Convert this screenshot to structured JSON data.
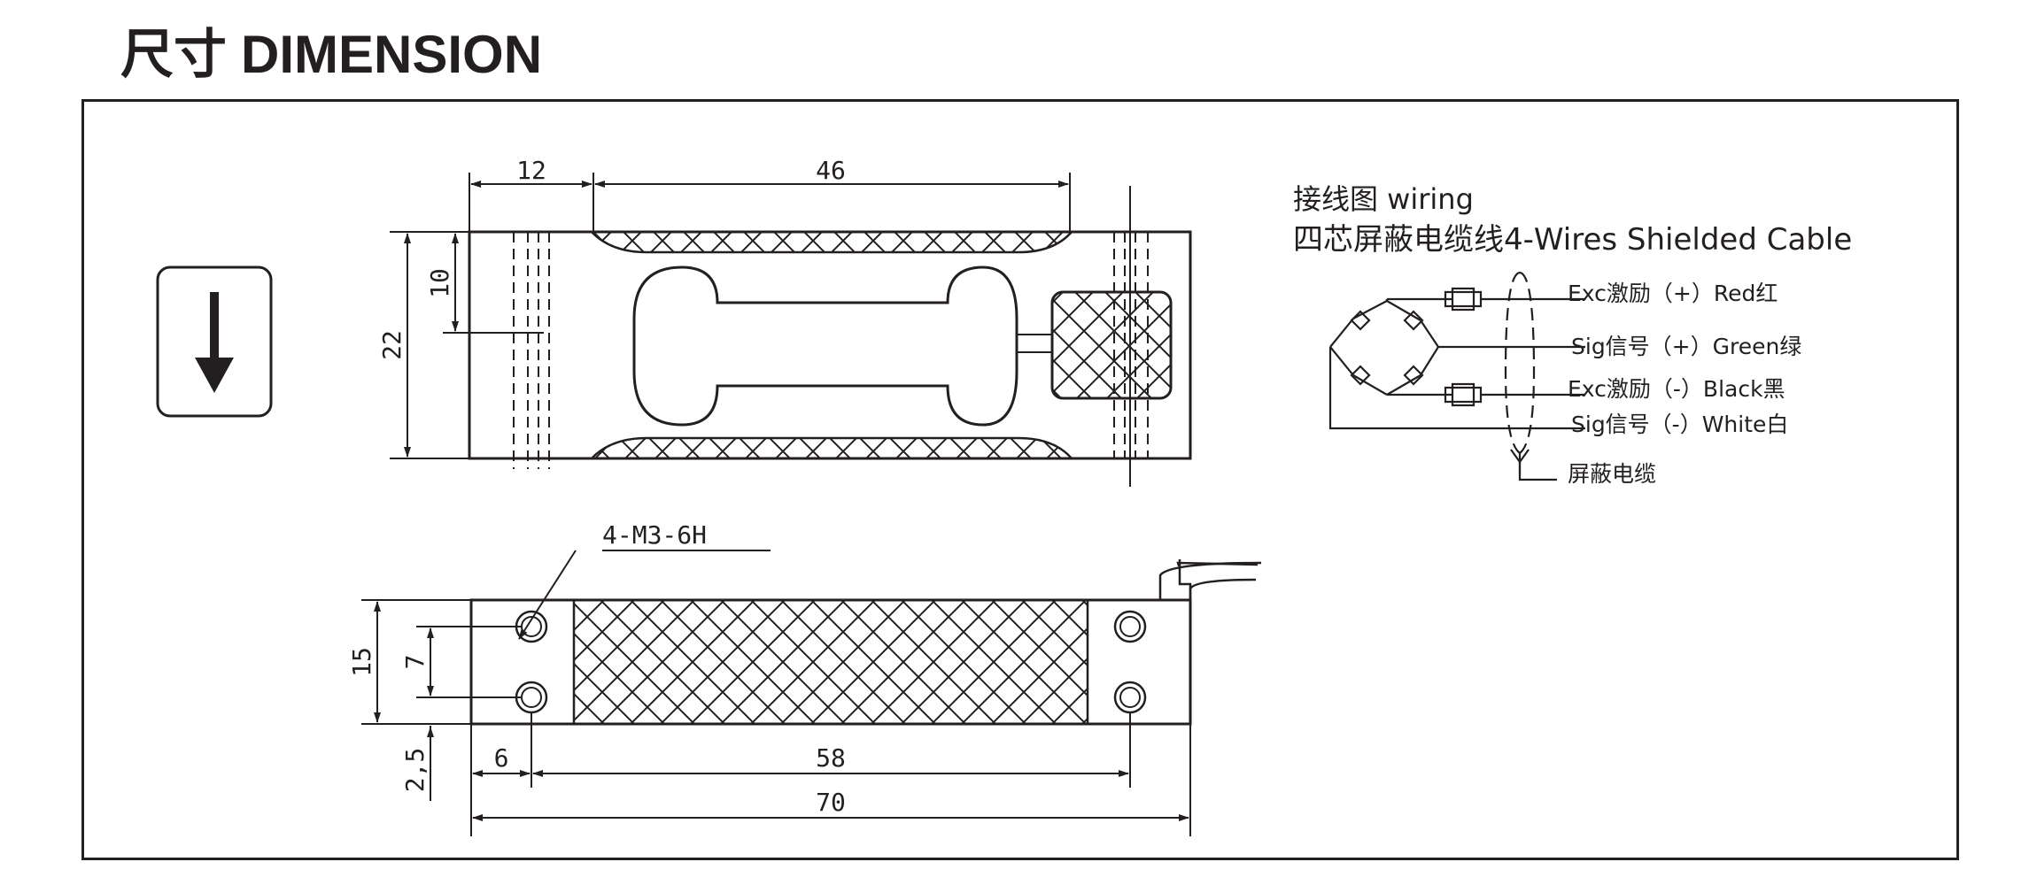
{
  "title": {
    "zh": "尺寸",
    "en": "DIMENSION"
  },
  "load_direction": {
    "icon": "arrow-down-icon"
  },
  "top_view": {
    "dims": {
      "end_width": "12",
      "gauge_width": "46",
      "hole_offset": "10",
      "height": "22"
    }
  },
  "side_view": {
    "thread_label": "4-M3-6H",
    "dims": {
      "height": "15",
      "hole_spacing": "7",
      "base_gap": "2,5",
      "hole_edge": "6",
      "hole_pitch": "58",
      "length": "70"
    }
  },
  "wiring": {
    "title": "接线图 wiring",
    "subtitle": "四芯屏蔽电缆线4-Wires Shielded Cable",
    "wires": [
      {
        "label": "Exc激励（+）Red红",
        "color": "#d32f2f"
      },
      {
        "label": "Sig信号（+）Green绿",
        "color": "#2e7d32"
      },
      {
        "label": "Exc激励（-）Black黑",
        "color": "#000000"
      },
      {
        "label": "Sig信号（-）White白",
        "color": "#ffffff"
      }
    ],
    "shield_label": "屏蔽电缆"
  },
  "colors": {
    "line": "#231f20",
    "background": "#ffffff"
  }
}
